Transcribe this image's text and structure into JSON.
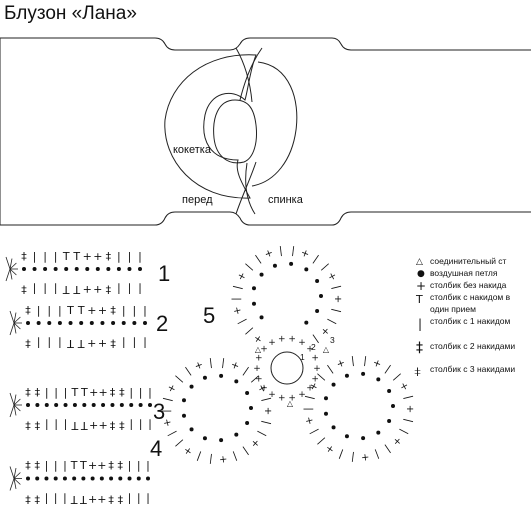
{
  "title": "Блузон «Лана»",
  "pattern": {
    "yoke_label": "кокетка",
    "front_label": "перед",
    "back_label": "спинка"
  },
  "row_numbers": [
    "1",
    "2",
    "3",
    "4",
    "5"
  ],
  "center_marks": [
    "1",
    "2",
    "3"
  ],
  "legend": [
    {
      "symbol": "△",
      "text": "соединительный ст",
      "icon": "slip-stitch-icon"
    },
    {
      "symbol": "●",
      "text": "воздушная петля",
      "icon": "chain-icon"
    },
    {
      "symbol": "+",
      "text": "столбик без накида",
      "icon": "single-crochet-icon"
    },
    {
      "symbol": "T",
      "text": "столбик с накидом в один прием",
      "icon": "half-double-icon"
    },
    {
      "symbol": "|",
      "text": "столбик с 1 накидом",
      "icon": "double-crochet-icon"
    },
    {
      "symbol": "‡",
      "text": "столбик с 2 накидами",
      "icon": "treble-icon"
    },
    {
      "symbol": "⧧",
      "text": "столбик с 3 накидами",
      "icon": "double-treble-icon"
    }
  ]
}
